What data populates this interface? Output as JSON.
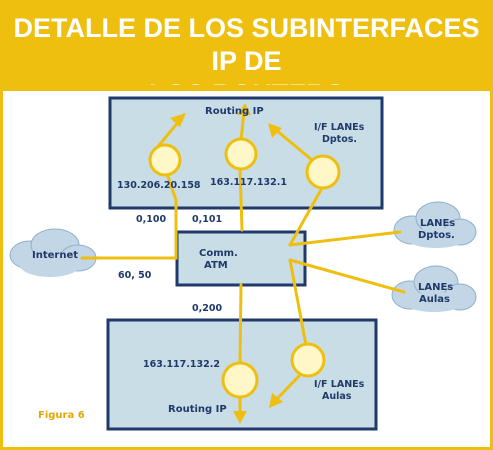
{
  "title": {
    "line1": "DETALLE DE LOS SUBINTERFACES IP DE",
    "line2": "LOS ROUTERS"
  },
  "figure_label": "Figura 6",
  "top_router": {
    "title": "Routing IP",
    "interface_label_line1": "I/F LANEs",
    "interface_label_line2": "Dptos.",
    "ip_left": "130.206.20.158",
    "ip_center": "163.117.132.1"
  },
  "atm": {
    "label_line1": "Comm.",
    "label_line2": "ATM"
  },
  "bottom_router": {
    "title": "Routing IP",
    "ip": "163.117.132.2",
    "interface_label_line1": "I/F LANEs",
    "interface_label_line2": "Aulas"
  },
  "clouds": {
    "internet": "Internet",
    "lanes_dptos_line1": "LANEs",
    "lanes_dptos_line2": "Dptos.",
    "lanes_aulas_line1": "LANEs",
    "lanes_aulas_line2": "Aulas"
  },
  "vc_labels": {
    "vc_0_100": "0,100",
    "vc_0_101": "0,101",
    "vc_60_50": "60, 50",
    "vc_0_200": "0,200"
  },
  "colors": {
    "title_bar": "#efbf10",
    "border": "#efbf10",
    "box_fill": "#c9dde6",
    "box_stroke": "#1f3a6a",
    "connector": "#efbf10",
    "cloud_fill": "#c3d6e6",
    "text": "#1f3a6a"
  }
}
